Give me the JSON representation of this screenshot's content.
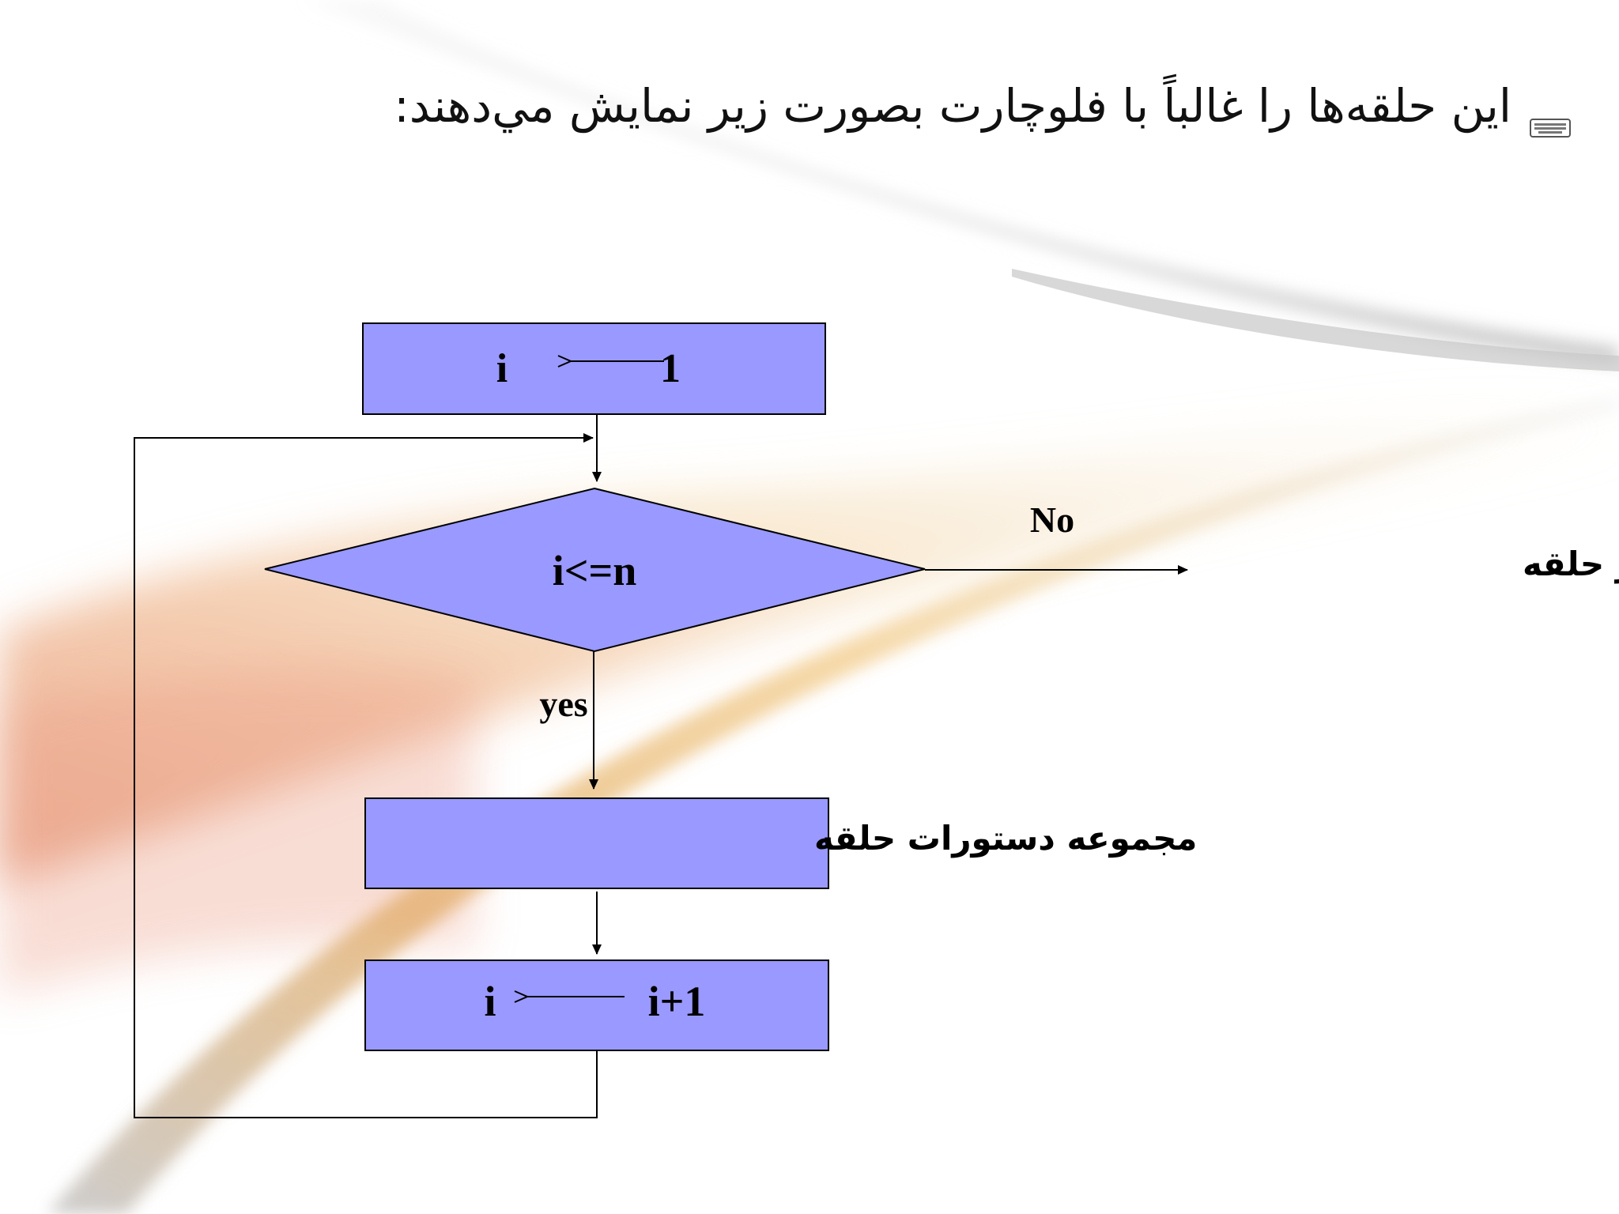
{
  "slide": {
    "title": "این حلقه‌ها را غالباً با فلوچارت بصورت زیر نمایش مي‌دهند:",
    "bullet_icon": "keyboard-icon"
  },
  "flowchart": {
    "init_box": {
      "left_text": "i",
      "right_text": "1"
    },
    "decision": {
      "condition": "i<=n"
    },
    "no_label": "No",
    "yes_label": "yes",
    "exit_text": "اتمام کار حلقه",
    "body_box": {
      "text": "مجموعه دستورات حلقه"
    },
    "increment_box": {
      "left_text": "i",
      "right_text": "i+1"
    },
    "colors": {
      "shape_fill": "#9999FF",
      "stroke": "#000000"
    }
  }
}
